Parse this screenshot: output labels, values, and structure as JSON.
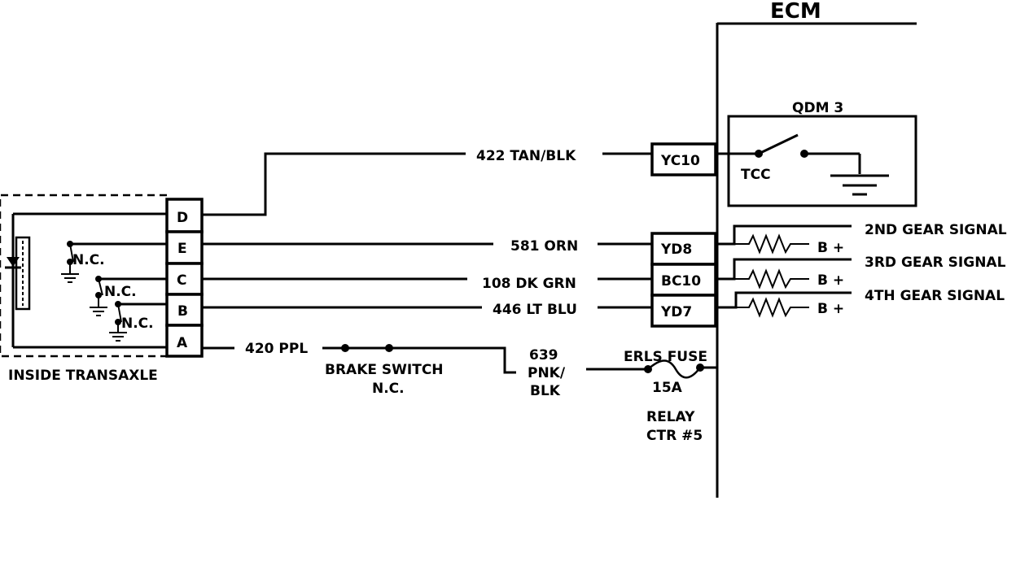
{
  "ecm": {
    "title": "ECM"
  },
  "qdm": {
    "title": "QDM 3",
    "switch_label": "TCC"
  },
  "transaxle": {
    "label": "INSIDE TRANSAXLE",
    "pins": [
      "D",
      "E",
      "C",
      "B",
      "A"
    ],
    "switch_labels": [
      "N.C.",
      "N.C.",
      "N.C."
    ]
  },
  "ecm_pins": [
    "YC10",
    "YD8",
    "BC10",
    "YD7"
  ],
  "wires": {
    "d": "422 TAN/BLK",
    "e": "581 ORN",
    "c": "108 DK GRN",
    "b": "446 LT BLU",
    "a": "420 PPL",
    "pnk_line1": "639",
    "pnk_line2": "PNK/",
    "pnk_line3": "BLK"
  },
  "brake_switch": {
    "line1": "BRAKE SWITCH",
    "line2": "N.C."
  },
  "fuse": {
    "name": "ERLS FUSE",
    "rating": "15A",
    "relay_line1": "RELAY",
    "relay_line2": "CTR  #5"
  },
  "gear_signals": [
    "2ND GEAR SIGNAL",
    "3RD GEAR SIGNAL",
    "4TH GEAR SIGNAL"
  ],
  "bplus": "B +"
}
